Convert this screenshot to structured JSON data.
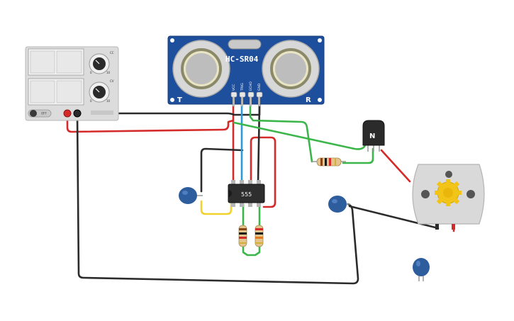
{
  "sensor": {
    "title": "HC-SR04",
    "pins": [
      "VCC",
      "TRIG",
      "ECHO",
      "GND"
    ],
    "left_mark": "T",
    "right_mark": "R"
  },
  "chip": {
    "label": "555"
  },
  "transistor": {
    "label": "N"
  },
  "power_supply": {
    "switch_label": "OFF",
    "knob_labels": [
      "CC",
      "CV",
      "0",
      "10",
      "0",
      "10"
    ]
  },
  "colors": {
    "wire_red": "#d42a2a",
    "wire_black": "#2b2b2b",
    "wire_green": "#3cb54a",
    "wire_blue": "#2a9ad8",
    "wire_yellow": "#f2d22e",
    "board_blue": "#1e4f9c",
    "capacitor_blue": "#2e5d9e"
  }
}
